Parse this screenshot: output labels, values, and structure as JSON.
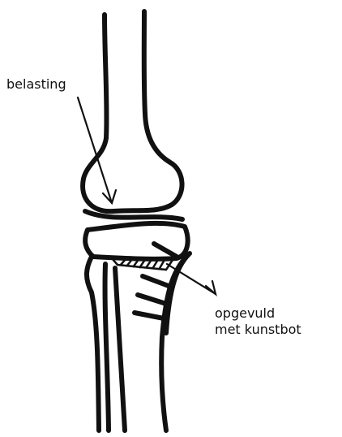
{
  "diagram": {
    "labels": {
      "load": "belasting",
      "filled_line1": "opgevuld",
      "filled_line2": "met kunstbot"
    },
    "colors": {
      "ink": "#111111",
      "background": "#ffffff"
    }
  }
}
